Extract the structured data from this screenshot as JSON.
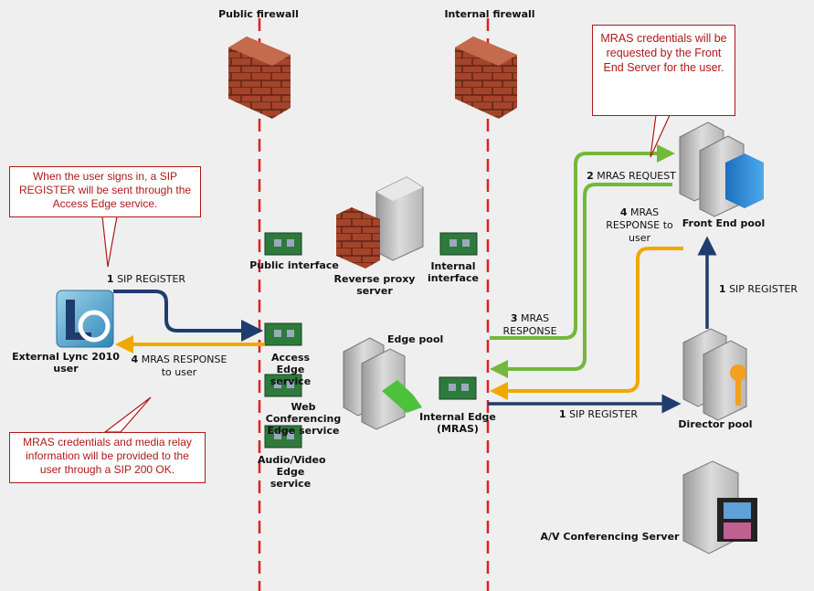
{
  "firewalls": {
    "public": "Public firewall",
    "internal": "Internal firewall"
  },
  "callouts": {
    "sign_in": "When the user signs in, a SIP REGISTER will be sent through the Access Edge service.",
    "sip_200": "MRAS credentials and media relay information will be provided to the user through a SIP 200 OK.",
    "front_end": "MRAS credentials will be requested by the Front End Server for the user."
  },
  "nodes": {
    "user": "External Lync 2010 user",
    "public_interface": "Public interface",
    "internal_interface": "Internal interface",
    "reverse_proxy": "Reverse proxy server",
    "access_edge": "Access Edge service",
    "web_conf_edge": "Web Conferencing Edge service",
    "av_edge": "Audio/Video Edge service",
    "edge_pool": "Edge pool",
    "internal_edge": "Internal Edge (MRAS)",
    "front_end_pool": "Front End pool",
    "director_pool": "Director pool",
    "av_conf_server": "A/V Conferencing Server"
  },
  "flows": {
    "f1_user": {
      "step": "1",
      "text": "SIP REGISTER"
    },
    "f4_user": {
      "step": "4",
      "text": "MRAS RESPONSE",
      "text2": "to user"
    },
    "f1_director": {
      "step": "1",
      "text": "SIP REGISTER"
    },
    "f1_frontend": {
      "step": "1",
      "text": "SIP REGISTER"
    },
    "f2": {
      "step": "2",
      "text": "MRAS REQUEST"
    },
    "f3": {
      "step": "3",
      "text": "MRAS",
      "text2": "RESPONSE"
    },
    "f4_frontend": {
      "step": "4",
      "text": "MRAS",
      "text2": "RESPONSE to",
      "text3": "user"
    }
  },
  "colors": {
    "sip": "#1f3c6e",
    "mras_request": "#74b83a",
    "mras_response": "#f0a800",
    "firewall_line": "#e02020",
    "callout": "#b01818"
  }
}
